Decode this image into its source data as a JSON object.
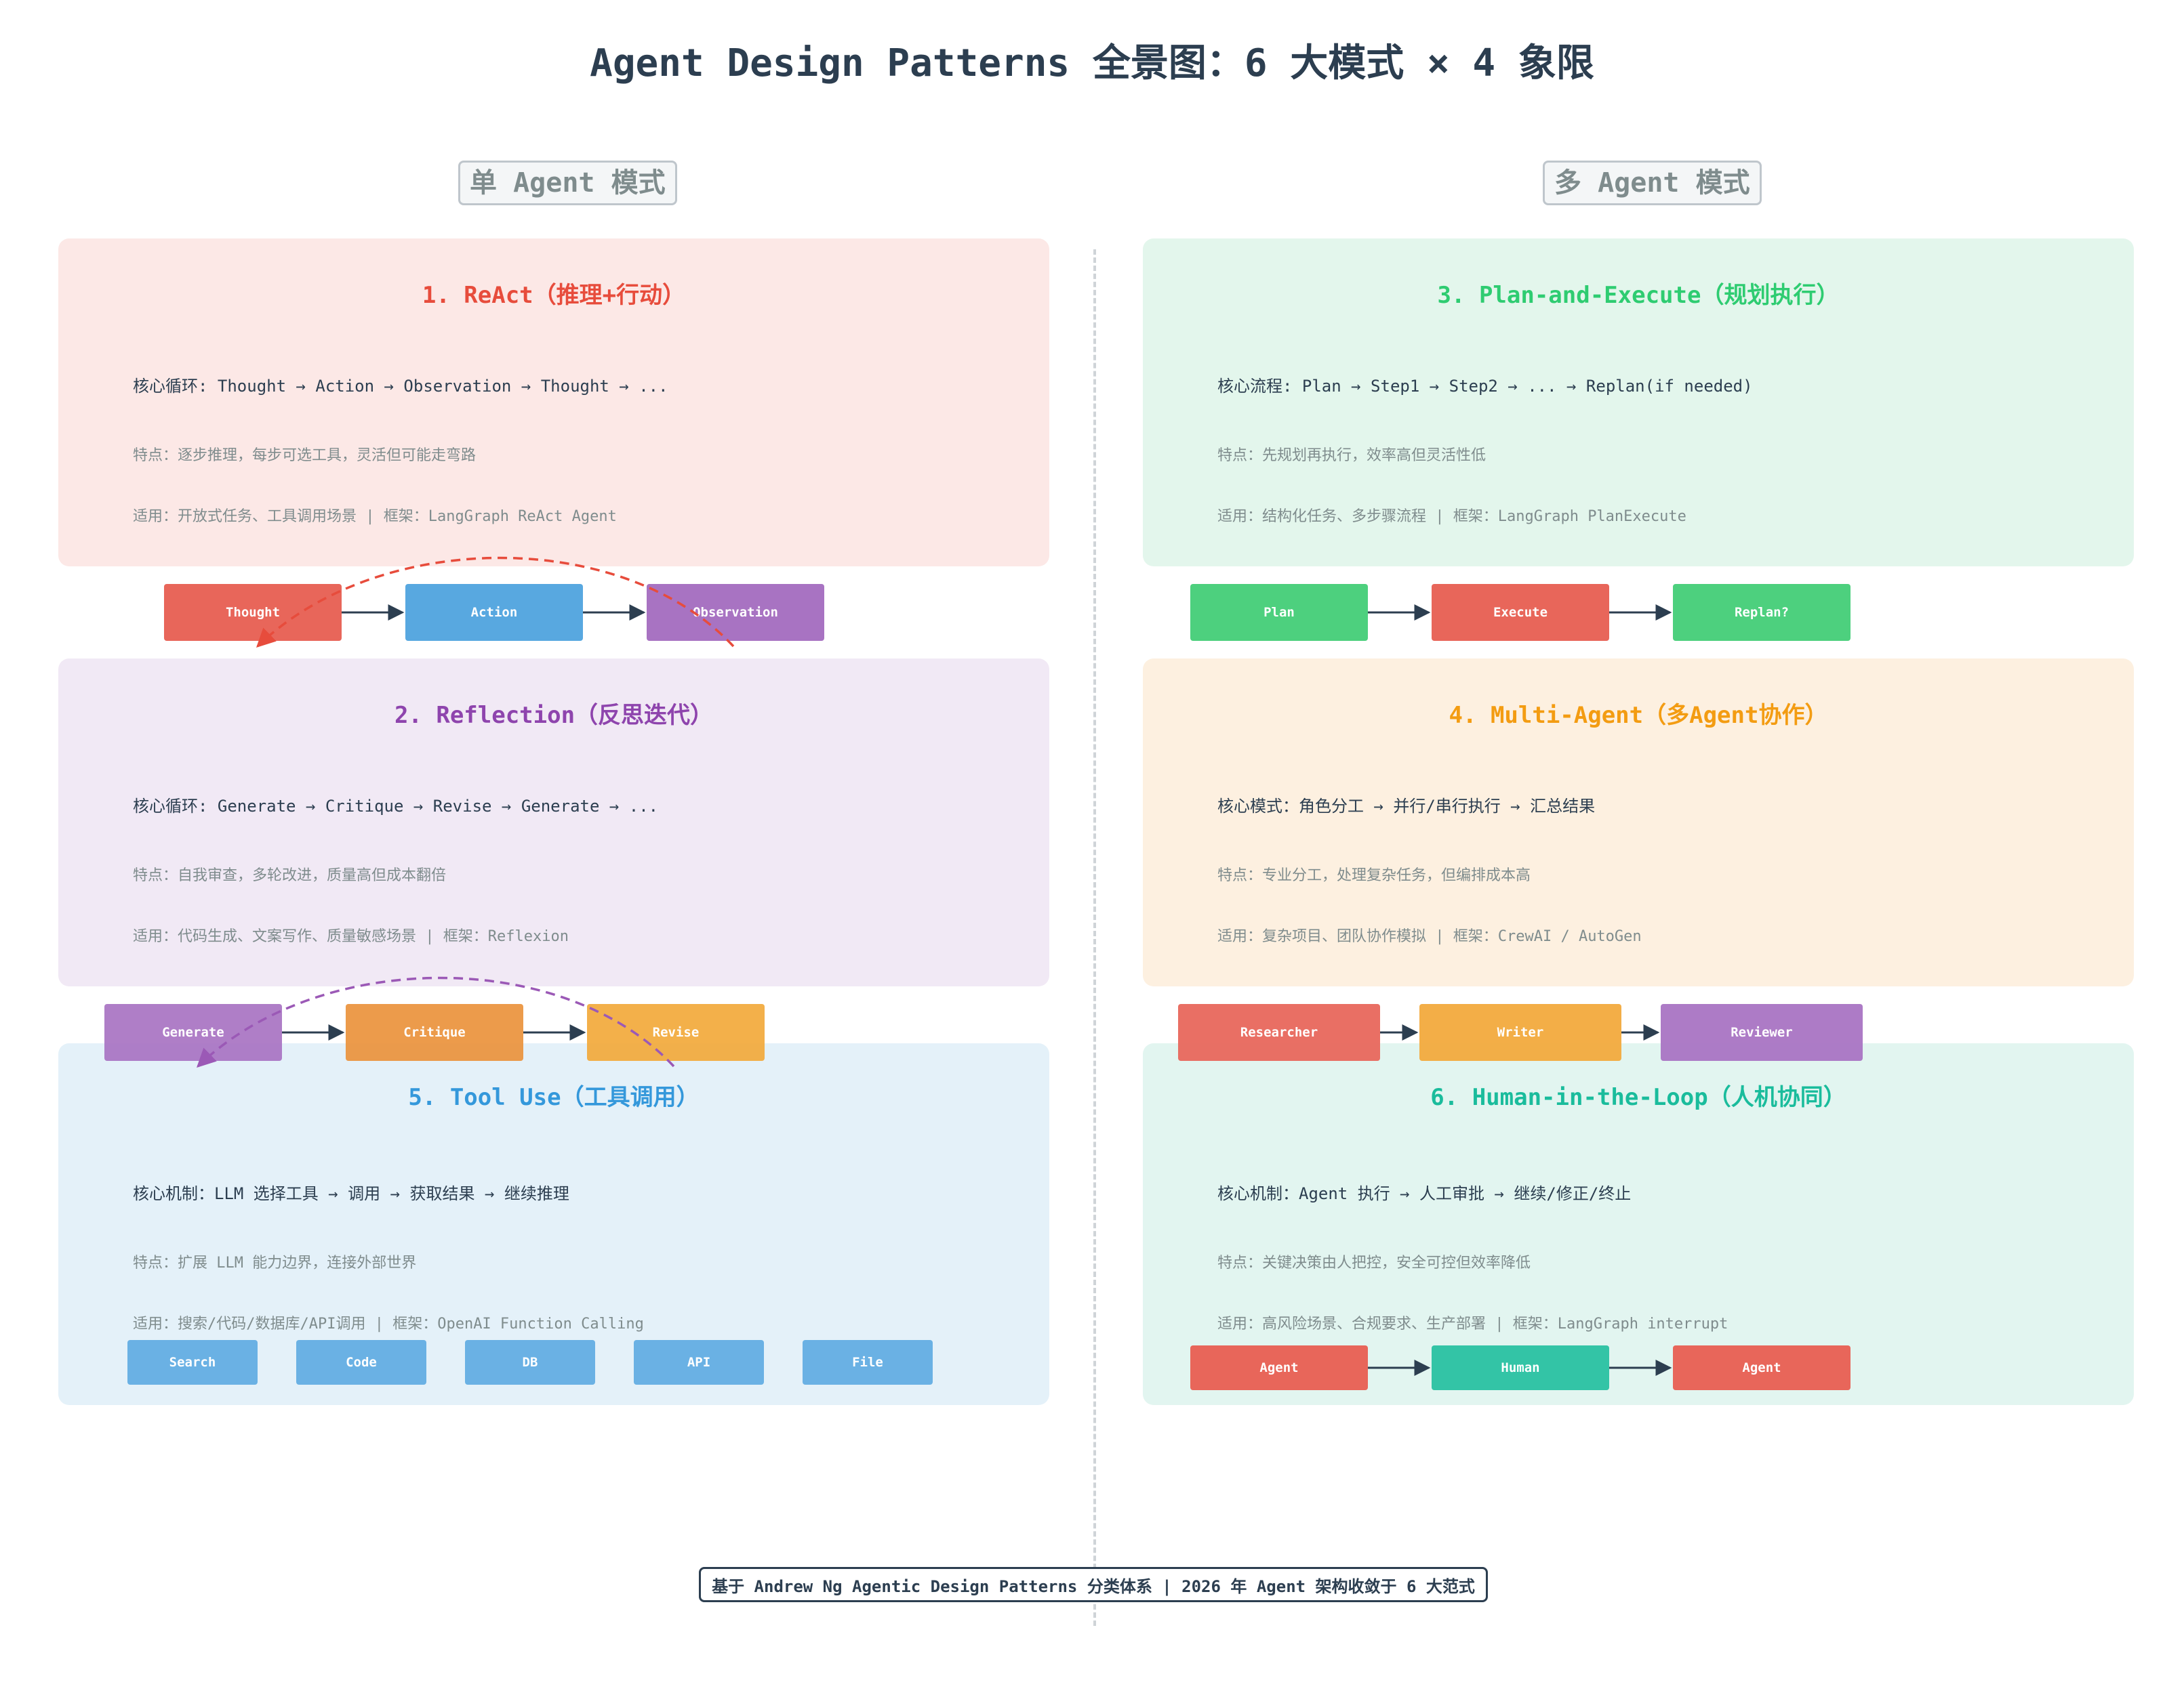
{
  "title": "Agent Design Patterns 全景图：6 大模式 × 4 象限",
  "left_header": "单 Agent 模式",
  "right_header": "多 Agent 模式",
  "colors": {
    "red": "#e8665a",
    "blue": "#58a8e0",
    "purple": "#a873c2",
    "green": "#4dd07e",
    "orange": "#f2a93b",
    "teal": "#33c4a6",
    "dark": "#2c3e50"
  },
  "panels": {
    "react": {
      "title": "1. ReAct（推理+行动）",
      "core": "核心循环: Thought → Action → Observation → Thought → ...",
      "feature": "特点：逐步推理，每步可选工具，灵活但可能走弯路",
      "apply": "适用：开放式任务、工具调用场景 | 框架：LangGraph ReAct Agent",
      "nodes": [
        "Thought",
        "Action",
        "Observation"
      ]
    },
    "plan": {
      "title": "3. Plan-and-Execute（规划执行）",
      "core": "核心流程: Plan → Step1 → Step2 → ... → Replan(if needed)",
      "feature": "特点：先规划再执行，效率高但灵活性低",
      "apply": "适用：结构化任务、多步骤流程 | 框架：LangGraph PlanExecute",
      "nodes": [
        "Plan",
        "Execute",
        "Replan?"
      ]
    },
    "reflection": {
      "title": "2. Reflection（反思迭代）",
      "core": "核心循环: Generate → Critique → Revise → Generate → ...",
      "feature": "特点：自我审查，多轮改进，质量高但成本翻倍",
      "apply": "适用：代码生成、文案写作、质量敏感场景 | 框架：Reflexion",
      "nodes": [
        "Generate",
        "Critique",
        "Revise"
      ]
    },
    "multi": {
      "title": "4. Multi-Agent（多Agent协作）",
      "core": "核心模式：角色分工 → 并行/串行执行 → 汇总结果",
      "feature": "特点：专业分工，处理复杂任务，但编排成本高",
      "apply": "适用：复杂项目、团队协作模拟 | 框架：CrewAI / AutoGen",
      "nodes": [
        "Researcher",
        "Writer",
        "Reviewer"
      ]
    },
    "tool": {
      "title": "5. Tool Use（工具调用）",
      "core": "核心机制：LLM 选择工具 → 调用 → 获取结果 → 继续推理",
      "feature": "特点：扩展 LLM 能力边界，连接外部世界",
      "apply": "适用：搜索/代码/数据库/API调用 | 框架：OpenAI Function Calling",
      "nodes": [
        "Search",
        "Code",
        "DB",
        "API",
        "File"
      ]
    },
    "hitl": {
      "title": "6. Human-in-the-Loop（人机协同）",
      "core": "核心机制：Agent 执行 → 人工审批 → 继续/修正/终止",
      "feature": "特点：关键决策由人把控，安全可控但效率降低",
      "apply": "适用：高风险场景、合规要求、生产部署 | 框架：LangGraph interrupt",
      "nodes": [
        "Agent",
        "Human",
        "Agent"
      ]
    }
  },
  "footer": "基于 Andrew Ng Agentic Design Patterns 分类体系 | 2026 年 Agent 架构收敛于 6 大范式"
}
